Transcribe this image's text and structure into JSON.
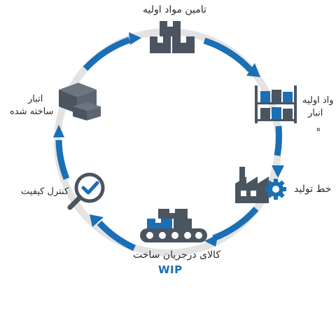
{
  "colors": {
    "accent_blue": "#1a6fb5",
    "ring_gray": "#e3e3e3",
    "icon_dark": "#4a5560"
  },
  "diagram": {
    "nodes": [
      {
        "id": "supply",
        "label": "تامین مواد اولیه",
        "icon": "boxes-icon"
      },
      {
        "id": "storage",
        "label_line1": "واد اولیه",
        "label_line2": "انبار",
        "label_line3": "ه",
        "icon": "warehouse-shelf-icon"
      },
      {
        "id": "production",
        "label": "خط تولید",
        "icon": "factory-gear-icon"
      },
      {
        "id": "wip",
        "label": "کالای درجریان ساخت",
        "sublabel": "WIP",
        "icon": "conveyor-boxes-icon"
      },
      {
        "id": "qc",
        "label": "کنترل کیفیت",
        "icon": "magnifier-check-icon"
      },
      {
        "id": "finished",
        "label_line1": "اتبار",
        "label_line2": "ساخته شده",
        "icon": "stacked-boxes-icon"
      }
    ]
  }
}
